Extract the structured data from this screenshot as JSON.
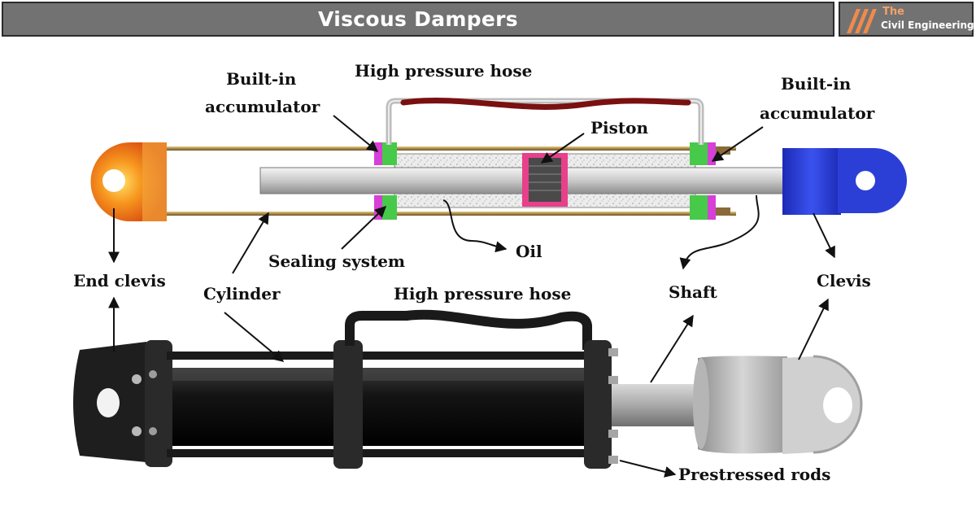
{
  "header": {
    "title": "Viscous Dampers",
    "logo_line1": "The",
    "logo_line2": "Civil Engineering",
    "logo_accent_color": "#f08a4b"
  },
  "labels": {
    "builtin_left_1": "Built-in",
    "builtin_left_2": "accumulator",
    "hose_top": "High pressure hose",
    "builtin_right_1": "Built-in",
    "builtin_right_2": "accumulator",
    "piston": "Piston",
    "oil": "Oil",
    "sealing_system": "Sealing system",
    "end_clevis": "End clevis",
    "cylinder": "Cylinder",
    "hose_bottom": "High pressure hose",
    "shaft": "Shaft",
    "clevis": "Clevis",
    "prestressed_rods": "Prestressed rods"
  },
  "colors": {
    "end_clevis": "#f07a1e",
    "clevis": "#2b3fd6",
    "piston": "#e8408a",
    "seal_green": "#47c94a",
    "seal_magenta": "#d640d6",
    "hose": "#8b1a1a",
    "oil": "#e6e6e6",
    "body_black": "#1a1a1a",
    "clevis_gray": "#c8c8c8"
  }
}
